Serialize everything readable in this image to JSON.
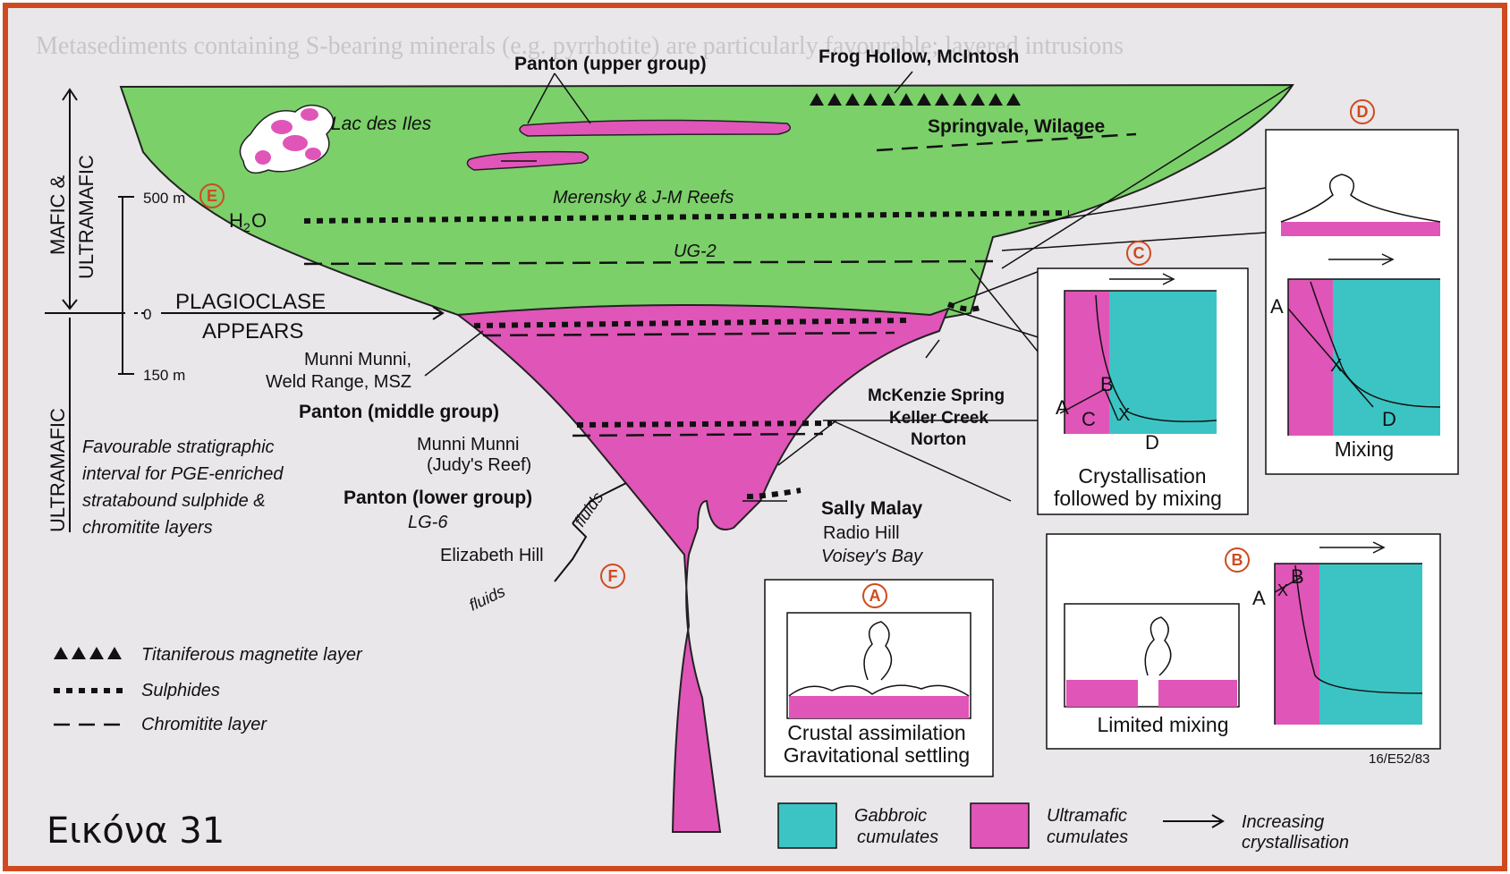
{
  "caption": "Εικόνα 31",
  "colors": {
    "frame": "#d04a1f",
    "mafic": "#7cd06a",
    "ultramafic": "#e055b8",
    "gabbroic": "#3cc4c4",
    "paper": "#e8e6e8"
  },
  "top_labels": {
    "panton_upper": "Panton (upper group)",
    "frog_hollow": "Frog Hollow, McIntosh",
    "lac_des_iles": "Lac des Iles",
    "springvale": "Springvale, Wilagee",
    "merensky": "Merensky & J-M Reefs",
    "ug2": "UG-2",
    "h2o_main": "H",
    "h2o_sub": "2",
    "h2o_o": "O"
  },
  "scale": {
    "mafic_label_1": "MAFIC &",
    "mafic_label_2": "ULTRAMAFIC",
    "ultramafic_label": "ULTRAMAFIC",
    "tick_500": "500 m",
    "tick_0": "0",
    "tick_150": "150 m",
    "plagioclase_1": "PLAGIOCLASE",
    "plagioclase_2": "APPEARS"
  },
  "deposits": {
    "munni_1": "Munni Munni,",
    "munni_2": "Weld Range, MSZ",
    "panton_middle": "Panton (middle group)",
    "judys_1": "Munni Munni",
    "judys_2": "(Judy's Reef)",
    "panton_lower": "Panton (lower group)",
    "lg6": "LG-6",
    "elizabeth": "Elizabeth Hill",
    "fluids_1": "fluids",
    "fluids_2": "fluids",
    "mckenzie": "McKenzie Spring",
    "keller": "Keller Creek",
    "norton": "Norton",
    "sally": "Sally Malay",
    "radio": "Radio Hill",
    "voisey": "Voisey's Bay"
  },
  "favourable": [
    "Favourable stratigraphic",
    "interval for PGE-enriched",
    "stratabound sulphide &",
    "chromitite layers"
  ],
  "legend_left": {
    "magnetite": "Titaniferous magnetite layer",
    "sulphides": "Sulphides",
    "chromitite": "Chromitite layer"
  },
  "circle_markers": {
    "a": "A",
    "b": "B",
    "c": "C",
    "d": "D",
    "e": "E",
    "f": "F"
  },
  "box_c": {
    "title_1": "Crystallisation",
    "title_2": "followed by mixing",
    "a": "A",
    "b": "B",
    "c": "C",
    "x": "X",
    "d": "D"
  },
  "box_d": {
    "title": "Mixing",
    "a": "A",
    "x": "X",
    "d": "D"
  },
  "box_a": {
    "title_1": "Crustal assimilation",
    "title_2": "Gravitational settling"
  },
  "box_b": {
    "title": "Limited mixing",
    "a": "A",
    "x": "X",
    "b": "B",
    "ref": "16/E52/83"
  },
  "legend_bottom": {
    "gabbroic_1": "Gabbroic",
    "gabbroic_2": "cumulates",
    "ultramafic_1": "Ultramafic",
    "ultramafic_2": "cumulates",
    "arrow_1": "Increasing",
    "arrow_2": "crystallisation"
  },
  "background_text": "Metasediments containing S-bearing minerals (e.g. pyrrhotite) are particularly favourable; layered intrusions"
}
